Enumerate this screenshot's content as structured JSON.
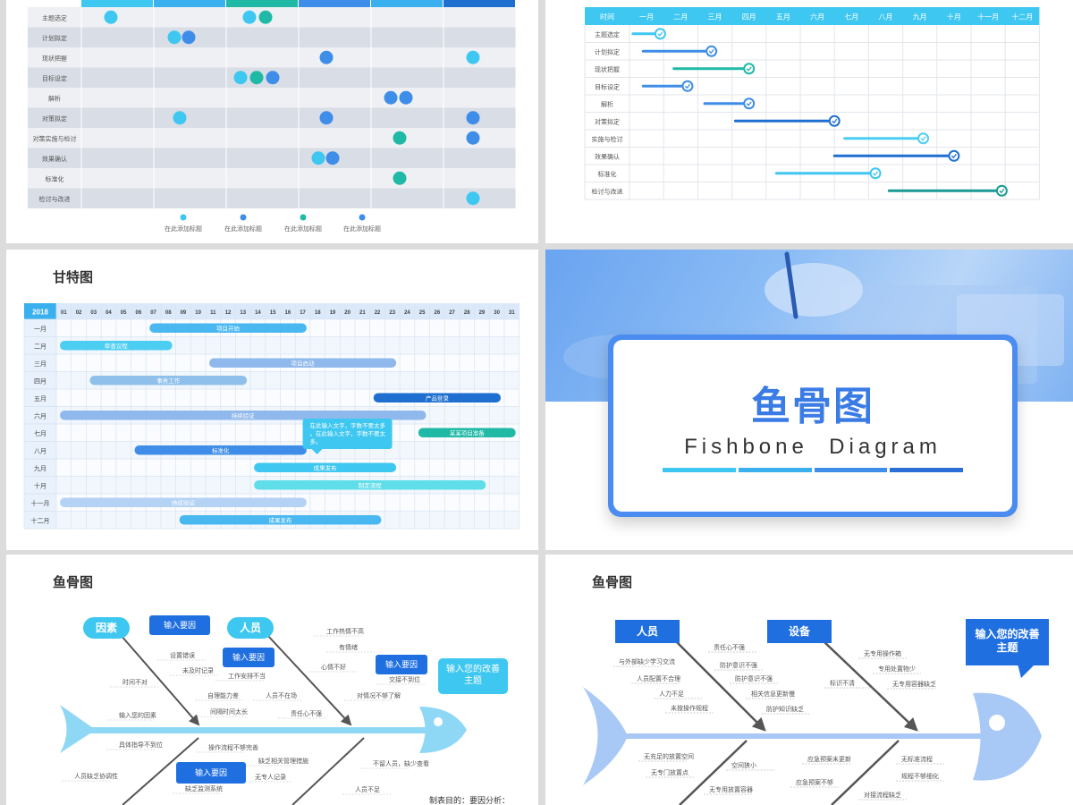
{
  "slide1": {
    "rows": [
      "主题选定",
      "计划拟定",
      "现状把握",
      "目标设定",
      "解析",
      "对策拟定",
      "对策实施与检讨",
      "效果确认",
      "标准化",
      "检讨与改进"
    ],
    "legend": [
      "在此添加标题",
      "在此添加标题",
      "在此添加标题",
      "在此添加标题"
    ],
    "colors": {
      "header": "#1f7de0",
      "c1": "#3ec7f0",
      "c2": "#3e8de8",
      "c3": "#1fb9a5"
    }
  },
  "slide2": {
    "header": [
      "时间",
      "一月",
      "二月",
      "三月",
      "四月",
      "五月",
      "六月",
      "七月",
      "八月",
      "九月",
      "十月",
      "十一月",
      "十二月"
    ],
    "rows": [
      "主题选定",
      "计划拟定",
      "现状把握",
      "目标设定",
      "解析",
      "对策拟定",
      "实施与检讨",
      "效果确认",
      "标准化",
      "检讨与改进"
    ],
    "bars": [
      {
        "row": 0,
        "start": 0.1,
        "end": 0.9,
        "color": "#3ec7f0"
      },
      {
        "row": 1,
        "start": 0.4,
        "end": 2.4,
        "color": "#3e8de8"
      },
      {
        "row": 2,
        "start": 1.3,
        "end": 3.5,
        "color": "#1fb9a5"
      },
      {
        "row": 3,
        "start": 0.4,
        "end": 1.7,
        "color": "#3e8de8"
      },
      {
        "row": 4,
        "start": 2.2,
        "end": 3.5,
        "color": "#3e8de8"
      },
      {
        "row": 5,
        "start": 3.1,
        "end": 6.0,
        "color": "#1f6fd0"
      },
      {
        "row": 6,
        "start": 6.3,
        "end": 8.6,
        "color": "#4ccdf2"
      },
      {
        "row": 7,
        "start": 6.0,
        "end": 9.5,
        "color": "#1f6fd0"
      },
      {
        "row": 8,
        "start": 4.3,
        "end": 7.2,
        "color": "#3ec7f0"
      },
      {
        "row": 9,
        "start": 7.6,
        "end": 10.9,
        "color": "#1a9a94"
      }
    ]
  },
  "slide3": {
    "title": "甘特图",
    "year": "2018",
    "days": [
      "01",
      "02",
      "03",
      "04",
      "05",
      "06",
      "07",
      "08",
      "09",
      "10",
      "11",
      "12",
      "13",
      "14",
      "15",
      "16",
      "17",
      "18",
      "19",
      "20",
      "21",
      "22",
      "23",
      "24",
      "25",
      "26",
      "27",
      "28",
      "29",
      "30",
      "31"
    ],
    "months": [
      "一月",
      "二月",
      "三月",
      "四月",
      "五月",
      "六月",
      "七月",
      "八月",
      "九月",
      "十月",
      "十一月",
      "十二月"
    ],
    "bars": [
      {
        "row": 0,
        "start": 7,
        "end": 17,
        "label": "项目开始",
        "color": "#4ab8f0"
      },
      {
        "row": 1,
        "start": 1,
        "end": 8,
        "label": "审查议程",
        "color": "#4ccdf2"
      },
      {
        "row": 2,
        "start": 11,
        "end": 23,
        "label": "项目启动",
        "color": "#8fb8ec"
      },
      {
        "row": 3,
        "start": 3,
        "end": 13,
        "label": "事务工作",
        "color": "#8fc0ec"
      },
      {
        "row": 4,
        "start": 22,
        "end": 30,
        "label": "产品登录",
        "color": "#1f6fd0"
      },
      {
        "row": 5,
        "start": 1,
        "end": 25,
        "label": "持续验证",
        "color": "#8fb8ec"
      },
      {
        "row": 6,
        "start": 25,
        "end": 31,
        "label": "某某项目准备",
        "color": "#1fb9a5"
      },
      {
        "row": 7,
        "start": 6,
        "end": 17,
        "label": "标准化",
        "color": "#3e8de8"
      },
      {
        "row": 8,
        "start": 14,
        "end": 23,
        "label": "成果发布",
        "color": "#3ec7f0"
      },
      {
        "row": 9,
        "start": 14,
        "end": 29,
        "label": "制定流程",
        "color": "#5fdde8"
      },
      {
        "row": 10,
        "start": 1,
        "end": 17,
        "label": "持续验证",
        "color": "#b4d2f4"
      },
      {
        "row": 11,
        "start": 9,
        "end": 22,
        "label": "成果发布",
        "color": "#4ab8f0"
      }
    ],
    "callout": "在此输入文字，字数不要太多。在此输入文字，字数不要太多。"
  },
  "slide4": {
    "title_cn": "鱼骨图",
    "title_en": "Fishbone  Diagram"
  },
  "slide5": {
    "title": "鱼骨图",
    "cat1": "因素",
    "cat2": "人员",
    "input_cause": "输入要因",
    "head_text": "输入您的改善主题",
    "bottom_text": "制表目的：要因分析：",
    "labels": [
      "设置错误",
      "未及时记录",
      "时间不对",
      "自理能力差",
      "工作安排不当",
      "间隔时间太长",
      "输入您的因素",
      "工作热情不高",
      "有情绪",
      "心情不好",
      "交接不到位",
      "对情况不够了解",
      "人员不在场",
      "责任心不强",
      "操作流程不够完善",
      "具体指导不到位",
      "缺乏相关管理措施",
      "人员缺乏协调性",
      "无专人记录",
      "缺乏监测系统",
      "不留人员，缺少查看",
      "人员不足"
    ]
  },
  "slide6": {
    "title": "鱼骨图",
    "cat1": "人员",
    "cat2": "设备",
    "head_text": "输入您的改善主题",
    "labels": [
      "责任心不强",
      "与外部缺少学习交流",
      "防护意识不强",
      "人员配置不合理",
      "防护意识不强",
      "人力不足",
      "相关信息更新慢",
      "未按操作规程",
      "防护知识缺乏",
      "无专用操作箱",
      "专用处置物少",
      "标识不清",
      "无专用容器缺乏",
      "无充足的放置空间",
      "空间狭小",
      "无专门放置点",
      "无专用放置容器",
      "应急预案未更新",
      "无标准流程",
      "应急预案不够",
      "规程不够细化",
      "对接流程缺乏"
    ]
  }
}
